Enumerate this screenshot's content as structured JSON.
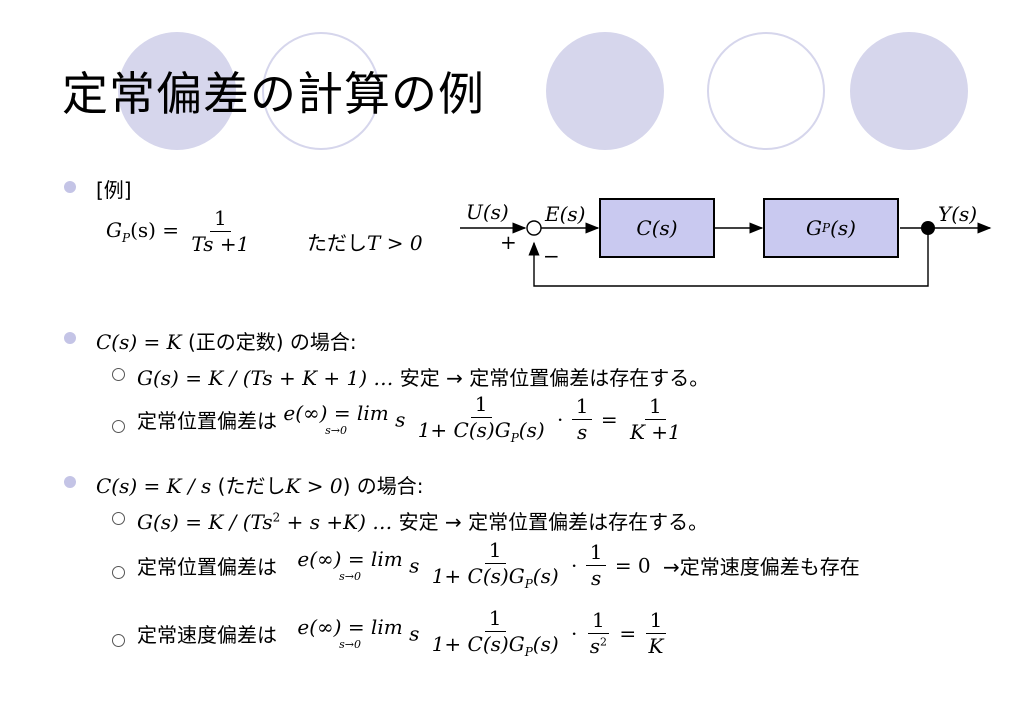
{
  "title": "定常偏差の計算の例",
  "example_label": "[例]",
  "plant": {
    "lhs": "G",
    "lhs_sub": "P",
    "lhs_arg": "(s) =",
    "num": "1",
    "den": "Ts +1",
    "condition_ja": "ただし",
    "condition_math": "T > 0"
  },
  "diagram": {
    "input_label": "U(s)",
    "error_label": "E(s)",
    "output_label": "Y(s)",
    "plus": "+",
    "minus": "−",
    "controller_label": "C(s)",
    "plant_label_main": "G",
    "plant_label_sub": "P",
    "plant_label_arg": "(s)"
  },
  "case1": {
    "heading_math": "C(s) = K",
    "heading_ja": " (正の定数) の場合:",
    "item1_math": "G(s) = K / (Ts + K + 1) …",
    "item1_ja": " 安定 → 定常位置偏差は存在する。",
    "item2_ja": "定常位置偏差は",
    "item2_lhs": "e(∞) = lim",
    "item2_lim_sub": "s→0",
    "item2_s": "s",
    "item2_frac1_num": "1",
    "item2_frac1_den": "1+ C(s)G",
    "item2_frac1_den_sub": "P",
    "item2_frac1_den_tail": "(s)",
    "item2_dot": "·",
    "item2_frac2_num": "1",
    "item2_frac2_den": "s",
    "item2_eq": "=",
    "item2_frac3_num": "1",
    "item2_frac3_den": "K +1"
  },
  "case2": {
    "heading_math": "C(s) = K / s",
    "heading_ja_1": " (ただし",
    "heading_math_2": "K > 0",
    "heading_ja_2": ") の場合:",
    "item1_math": "G(s) = K / (Ts",
    "item1_sup": "2",
    "item1_math_2": " + s +K) …",
    "item1_ja": " 安定 → 定常位置偏差は存在する。",
    "item2_ja": "定常位置偏差は",
    "item2_lhs": "e(∞) = lim",
    "item2_lim_sub": "s→0",
    "item2_s": "s",
    "item2_frac1_num": "1",
    "item2_frac1_den": "1+ C(s)G",
    "item2_frac1_den_sub": "P",
    "item2_frac1_den_tail": "(s)",
    "item2_dot": "·",
    "item2_frac2_num": "1",
    "item2_frac2_den": "s",
    "item2_result": "= 0",
    "item2_note": "→定常速度偏差も存在",
    "item3_ja": "定常速度偏差は",
    "item3_lhs": "e(∞) = lim",
    "item3_lim_sub": "s→0",
    "item3_s": "s",
    "item3_frac1_num": "1",
    "item3_frac1_den": "1+ C(s)G",
    "item3_frac1_den_sub": "P",
    "item3_frac1_den_tail": "(s)",
    "item3_dot": "·",
    "item3_frac2_num": "1",
    "item3_frac2_den": "s",
    "item3_frac2_den_sup": "2",
    "item3_eq": "=",
    "item3_frac3_num": "1",
    "item3_frac3_den": "K"
  },
  "colors": {
    "circle_fill": "#d6d6ec",
    "block_fill": "#c9c9f0",
    "bullet": "#c4c4e6"
  }
}
